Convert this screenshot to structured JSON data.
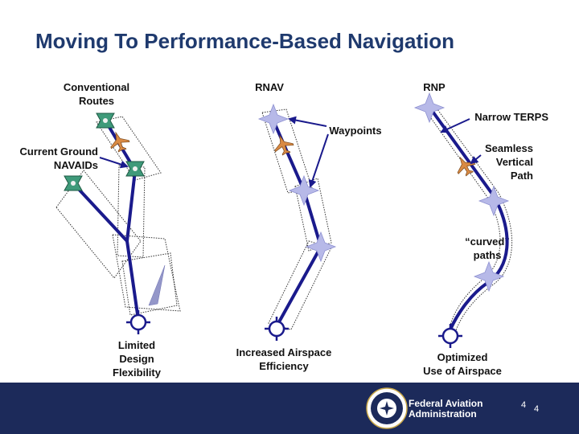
{
  "title": "Moving To Performance-Based Navigation",
  "columns": {
    "conventional": "Conventional\nRoutes",
    "rnav": "RNAV",
    "rnp": "RNP"
  },
  "labels": {
    "current_ground": "Current Ground\nNAVAIDs",
    "waypoints": "Waypoints",
    "narrow_terps": "Narrow TERPS",
    "seamless": "Seamless\nVertical\nPath",
    "curved": "“curved”\npaths",
    "limited": "Limited\nDesign\nFlexibility",
    "increased": "Increased Airspace\nEfficiency",
    "optimized": "Optimized\nUse of Airspace"
  },
  "footer": {
    "agency": "Federal Aviation\nAdministration",
    "page_a": "4",
    "page_b": "4"
  },
  "colors": {
    "route": "#1a1a8c",
    "title": "#1f3a6e",
    "footer": "#1c2a5a",
    "waypoint": "#b7b9e8",
    "navaid": "#3f9a7a",
    "plane": "#d98a44"
  }
}
